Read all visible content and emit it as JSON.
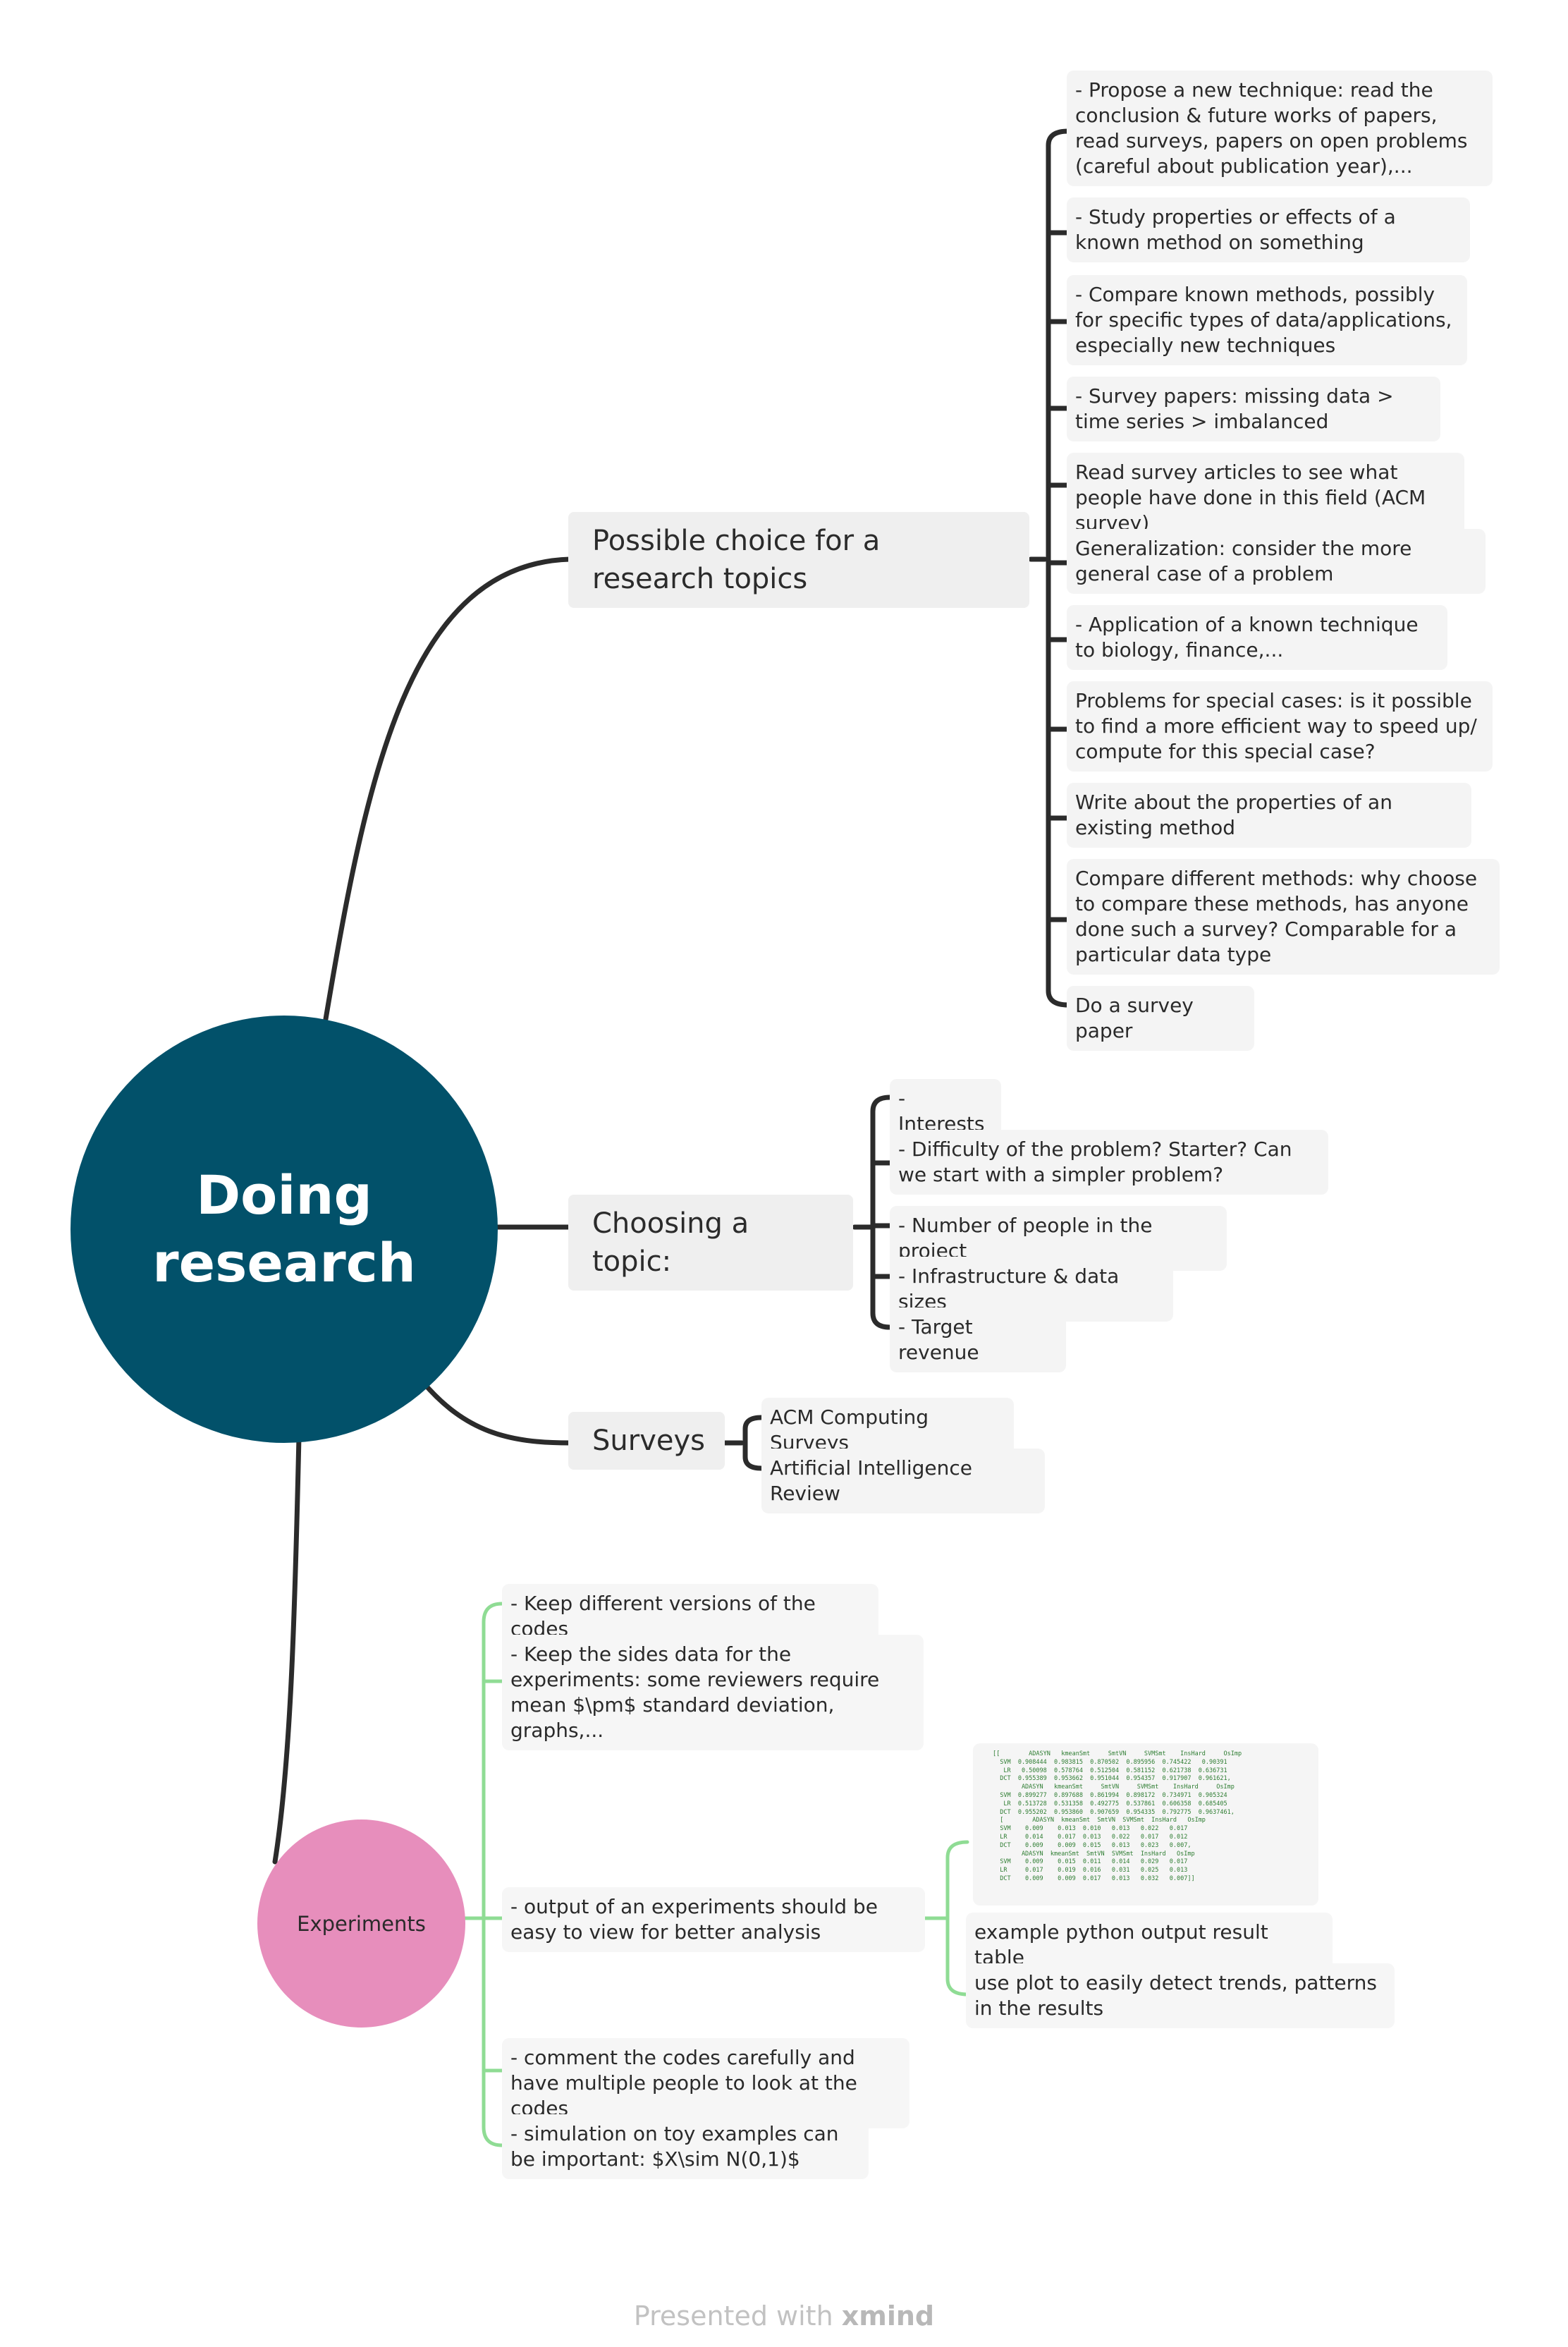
{
  "central_topic": {
    "line1": "Doing",
    "line2": "research"
  },
  "branches": {
    "research_topics": {
      "title": "Possible choice for a research topics",
      "children": [
        "- Propose a new technique: read the conclusion & future works of papers, read surveys, papers on open problems (careful about publication year),...",
        "- Study properties or effects of a known method on something",
        "- Compare known methods, possibly for specific types of data/applications, especially new techniques",
        "-  Survey papers: missing data > time series > imbalanced",
        "Read survey articles to see what people have done in this field (ACM survey)",
        "Generalization: consider the more general case of a problem",
        "- Application of a known technique to biology, finance,...",
        "Problems for special cases: is it possible to find a more efficient way to speed up/ compute for this special case?",
        "Write about the properties of an existing method",
        "Compare different methods: why choose to compare these methods, has anyone done such a survey? Comparable for a particular data type",
        "Do a survey paper"
      ]
    },
    "choosing_topic": {
      "title": "Choosing a topic:",
      "children": [
        "- Interests",
        "- Difficulty of the problem? Starter? Can we start with a simpler problem?",
        "- Number of people in the project",
        "- Infrastructure & data sizes",
        "- Target revenue"
      ]
    },
    "surveys": {
      "title": "Surveys",
      "children": [
        "ACM Computing Surveys",
        "Artificial Intelligence Review"
      ]
    },
    "experiments": {
      "title": "Experiments",
      "children": [
        "- Keep different versions of the codes",
        "- Keep the sides data for the experiments: some reviewers require mean $\\pm$ standard deviation, graphs,...",
        "- output of an experiments should be easy to view for better analysis",
        "- comment the codes carefully and have multiple people to look at the codes",
        "- simulation on toy examples can be important: $X\\sim N(0,1)$"
      ],
      "output_children": [
        "example python output result table",
        "use plot to easily detect trends, patterns in the results"
      ],
      "table_text": "[[        ADASYN   kmeanSmt     SmtVN     SVMSmt    InsHard     OsImp\n  SVM  0.908444  0.983815  0.870502  0.895956  0.745422   0.90391\n   LR   0.50098  0.578764  0.512504  0.581152  0.621738  0.636731\n  DCT  0.955389  0.953662  0.951044  0.954357  0.917907  0.961621,\n        ADASYN   kmeanSmt     SmtVN     SVMSmt    InsHard     OsImp\n  SVM  0.899277  0.897688  0.861994  0.898172  0.734971  0.905324\n   LR  0.513728  0.531358  0.492775  0.537861  0.606358  0.685405\n  DCT  0.955202  0.953860  0.907659  0.954335  0.792775  0.9637461,\n  [        ADASYN  kmeanSmt  SmtVN  SVMSmt  InsHard   OsImp\n  SVM    0.009    0.013  0.010   0.013   0.022   0.017\n  LR     0.014    0.017  0.013   0.022   0.017   0.012\n  DCT    0.009    0.009  0.015   0.013   0.023   0.007,\n        ADASYN  kmeanSmt  SmtVN  SVMSmt  InsHard   OsImp\n  SVM    0.009    0.015  0.011   0.014   0.029   0.017\n  LR     0.017    0.019  0.016   0.031   0.025   0.013\n  DCT    0.009    0.009  0.017   0.013   0.032   0.007]]"
    }
  },
  "footer": {
    "prefix": "Presented with ",
    "brand": "xmind"
  },
  "colors": {
    "central_fill": "#02516a",
    "experiments_fill": "#e78ebc",
    "connector_dark": "#2b2b2b",
    "connector_green": "#8fdc94",
    "topic_fill": "#efefef"
  }
}
